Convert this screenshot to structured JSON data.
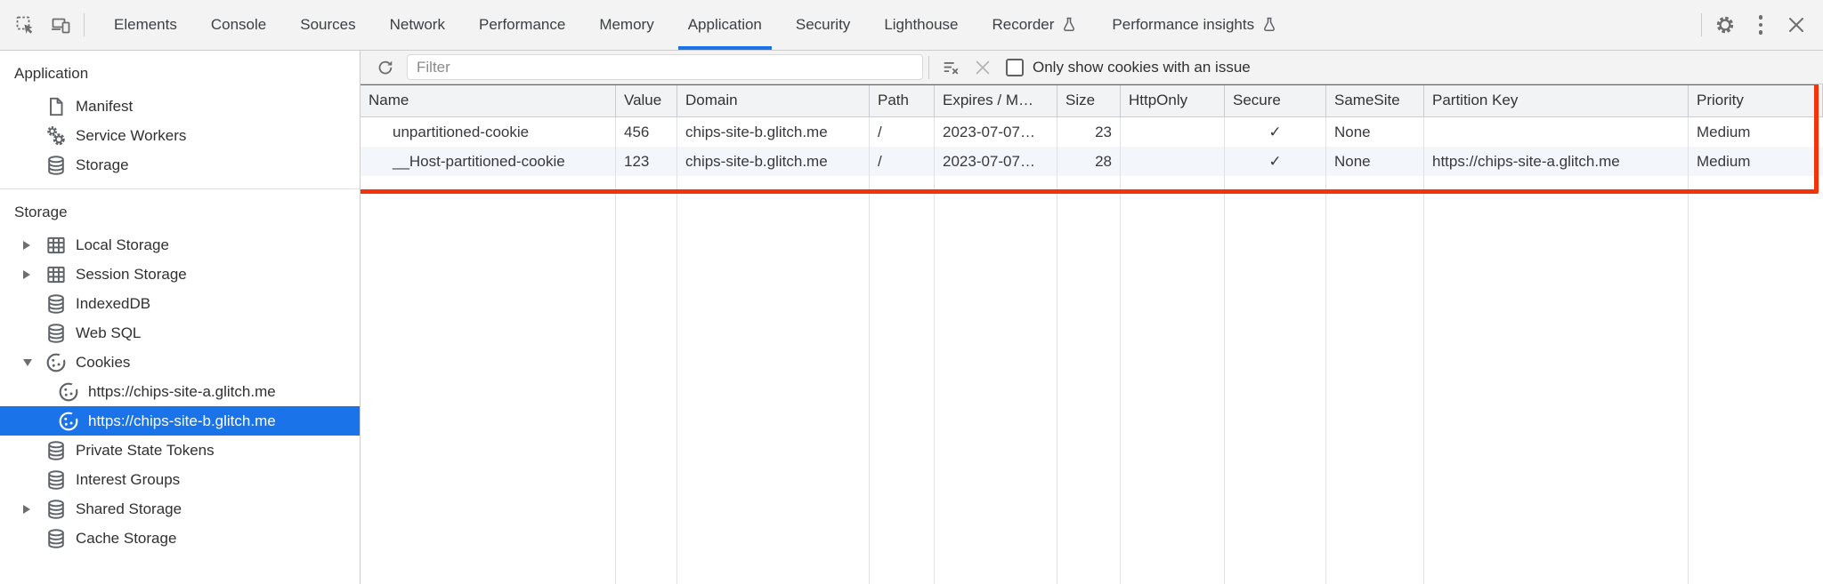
{
  "topbar": {
    "tabs": [
      "Elements",
      "Console",
      "Sources",
      "Network",
      "Performance",
      "Memory",
      "Application",
      "Security",
      "Lighthouse",
      "Recorder",
      "Performance insights"
    ],
    "selected_tab": "Application"
  },
  "sidebar": {
    "sections": [
      {
        "title": "Application",
        "items": [
          {
            "label": "Manifest",
            "icon": "document-icon"
          },
          {
            "label": "Service Workers",
            "icon": "service-workers-icon"
          },
          {
            "label": "Storage",
            "icon": "database-icon"
          }
        ]
      },
      {
        "title": "Storage",
        "items": [
          {
            "label": "Local Storage",
            "icon": "table-icon",
            "expandable": true
          },
          {
            "label": "Session Storage",
            "icon": "table-icon",
            "expandable": true
          },
          {
            "label": "IndexedDB",
            "icon": "database-icon"
          },
          {
            "label": "Web SQL",
            "icon": "database-icon"
          },
          {
            "label": "Cookies",
            "icon": "cookie-icon",
            "expanded": true,
            "children": [
              {
                "label": "https://chips-site-a.glitch.me",
                "icon": "cookie-icon",
                "selected": false
              },
              {
                "label": "https://chips-site-b.glitch.me",
                "icon": "cookie-icon",
                "selected": true
              }
            ]
          },
          {
            "label": "Private State Tokens",
            "icon": "database-icon"
          },
          {
            "label": "Interest Groups",
            "icon": "database-icon"
          },
          {
            "label": "Shared Storage",
            "icon": "database-icon",
            "expandable": true
          },
          {
            "label": "Cache Storage",
            "icon": "database-icon"
          }
        ]
      }
    ]
  },
  "main": {
    "toolbar": {
      "filter_placeholder": "Filter",
      "only_issue_label": "Only show cookies with an issue",
      "checkbox_checked": false
    },
    "table": {
      "columns": [
        "Name",
        "Value",
        "Domain",
        "Path",
        "Expires / M…",
        "Size",
        "HttpOnly",
        "Secure",
        "SameSite",
        "Partition Key",
        "Priority"
      ],
      "rows": [
        {
          "name": "unpartitioned-cookie",
          "value": "456",
          "domain": "chips-site-b.glitch.me",
          "path": "/",
          "expires": "2023-07-07…",
          "size": "23",
          "http_only": "",
          "secure": "✓",
          "same_site": "None",
          "partition_key": "",
          "priority": "Medium"
        },
        {
          "name": "__Host-partitioned-cookie",
          "value": "123",
          "domain": "chips-site-b.glitch.me",
          "path": "/",
          "expires": "2023-07-07…",
          "size": "28",
          "http_only": "",
          "secure": "✓",
          "same_site": "None",
          "partition_key": "https://chips-site-a.glitch.me",
          "priority": "Medium"
        }
      ]
    }
  },
  "colors": {
    "accent_blue": "#1a73e8",
    "selection_bg": "#1a73e8",
    "highlight_red": "#f4330b",
    "toolbar_bg": "#f3f3f3",
    "grid_header_bg": "#f1f3f4",
    "alt_row_bg": "#f3f6fb"
  }
}
